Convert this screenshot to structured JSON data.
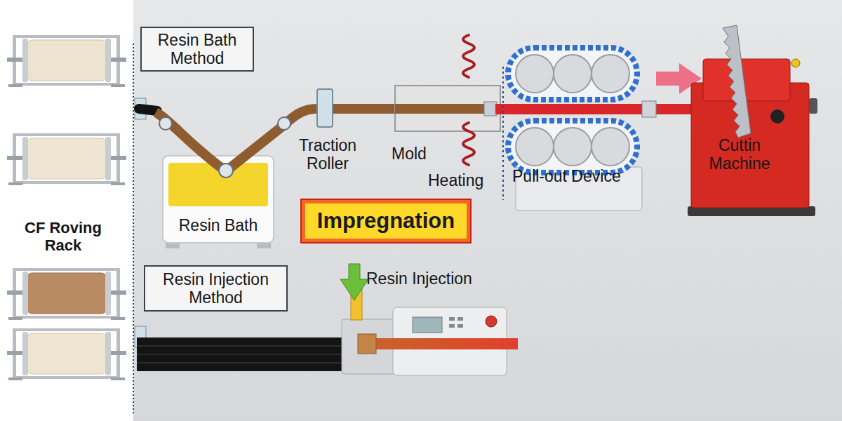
{
  "diagram": {
    "nodes": [
      {
        "text": [
          "Resin Bath Method"
        ]
      },
      {
        "text": [
          "Resin Bath"
        ]
      },
      {
        "text": [
          "Impregnation"
        ]
      },
      {
        "text": [
          "Resin Injection Method"
        ]
      }
    ],
    "labels": [
      "CF Roving Rack",
      "Traction Roller",
      "Mold",
      "Heating",
      "Pull-out Device",
      "Cuttin Machine",
      "Resin Injection"
    ]
  }
}
